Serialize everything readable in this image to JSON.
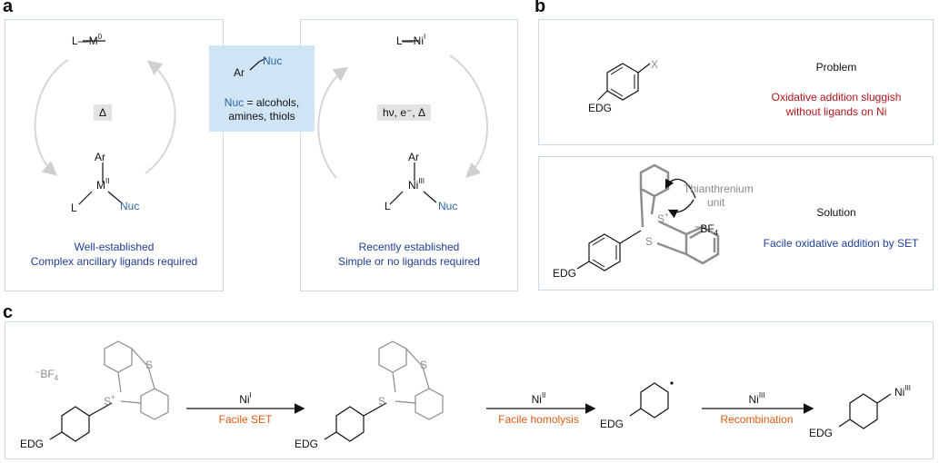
{
  "panel_a": {
    "letter": "a",
    "left": {
      "m0": "L—M",
      "m0_sup": "0",
      "delta": "Δ",
      "ar": "Ar",
      "m2": "M",
      "m2_sup": "II",
      "l": "L",
      "nuc": "Nuc",
      "caption1": "Well-established",
      "caption2": "Complex ancillary ligands required"
    },
    "center": {
      "ar": "Ar",
      "nuc": "Nuc",
      "line1_blue": "Nuc",
      "line1_rest": " = alcohols,",
      "line2": "amines, thiols"
    },
    "right": {
      "ni1": "L—Ni",
      "ni1_sup": "I",
      "conditions": "hν, e⁻, Δ",
      "ar": "Ar",
      "ni3": "Ni",
      "ni3_sup": "III",
      "l": "L",
      "nuc": "Nuc",
      "caption1": "Recently established",
      "caption2": "Simple or no ligands required"
    }
  },
  "panel_b": {
    "letter": "b",
    "problem": {
      "x": "X",
      "edg": "EDG",
      "title": "Problem",
      "desc1": "Oxidative addition sluggish",
      "desc2": "without ligands on Ni"
    },
    "solution": {
      "thianthrenium1": "Thianthrenium",
      "thianthrenium2": "unit",
      "s_plus": "S",
      "s": "S",
      "bf4": "⁻BF",
      "bf4_sub": "4",
      "edg": "EDG",
      "title": "Solution",
      "desc": "Facile oxidative addition by SET"
    }
  },
  "panel_c": {
    "letter": "c",
    "bf4": "⁻BF",
    "bf4_sub": "4",
    "s_top": "S",
    "s_cation": "S",
    "edg": "EDG",
    "step1_top": "Ni",
    "step1_sup": "I",
    "step1_bottom": "Facile SET",
    "s_top2": "S",
    "s_radical": "S",
    "edg2": "EDG",
    "step2_top": "Ni",
    "step2_sup": "II",
    "step2_bottom": "Facile homolysis",
    "edg3": "EDG",
    "step3_top": "Ni",
    "step3_sup": "III",
    "step3_bottom": "Recombination",
    "edg4": "EDG",
    "product_ni": "Ni",
    "product_sup": "III"
  }
}
